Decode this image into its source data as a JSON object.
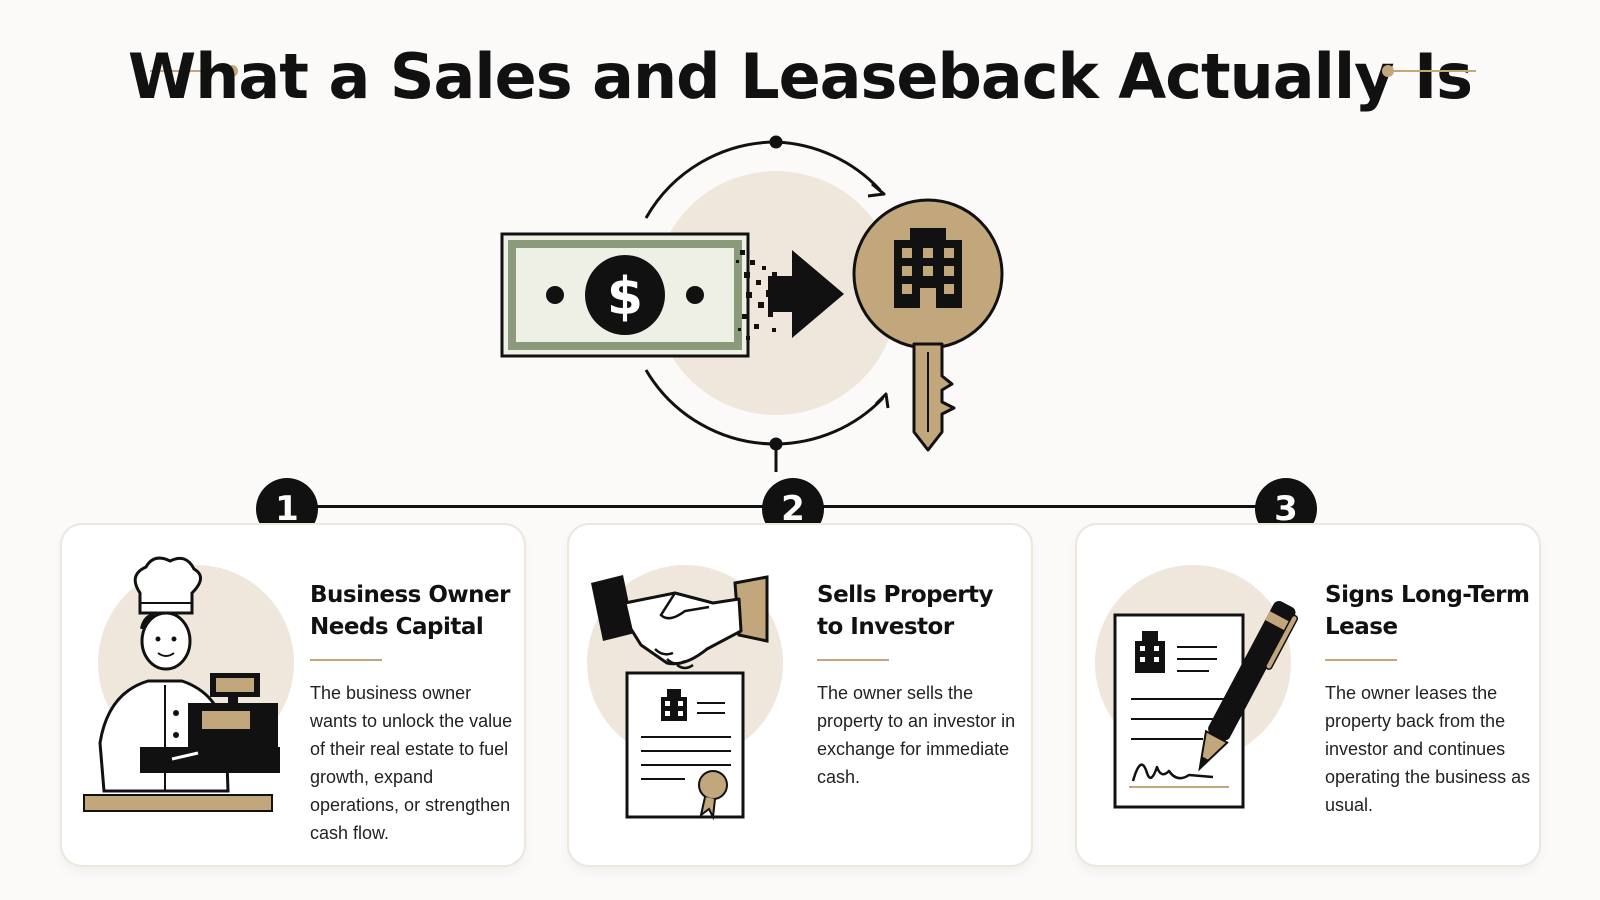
{
  "title": "What a Sales and Leaseback Actually Is",
  "colors": {
    "accent_gold": "#c2a67c",
    "tan": "#b8966a",
    "beige_circle": "#efe7dc",
    "money_green": "#8a9a7b",
    "ink": "#111111"
  },
  "hero": {
    "icons": [
      "banknote-dollar-icon",
      "arrow-right-icon",
      "key-building-icon",
      "cycle-arrows-icon"
    ],
    "dollar_symbol": "$"
  },
  "steps": [
    {
      "number": "1",
      "icon": "chef-cash-register-icon",
      "heading_line1": "Business Owner",
      "heading_line2": "Needs Capital",
      "body": "The business owner wants to unlock the value of their real estate to fuel growth, expand operations, or strengthen cash flow."
    },
    {
      "number": "2",
      "icon": "handshake-contract-icon",
      "heading_line1": "Sells Property",
      "heading_line2": "to Investor",
      "body": "The owner sells the property to an investor in exchange for immediate cash."
    },
    {
      "number": "3",
      "icon": "signed-lease-pen-icon",
      "heading_line1": "Signs Long-Term",
      "heading_line2": "Lease",
      "body": "The owner leases the property back from the investor and continues operating the business as usual."
    }
  ]
}
